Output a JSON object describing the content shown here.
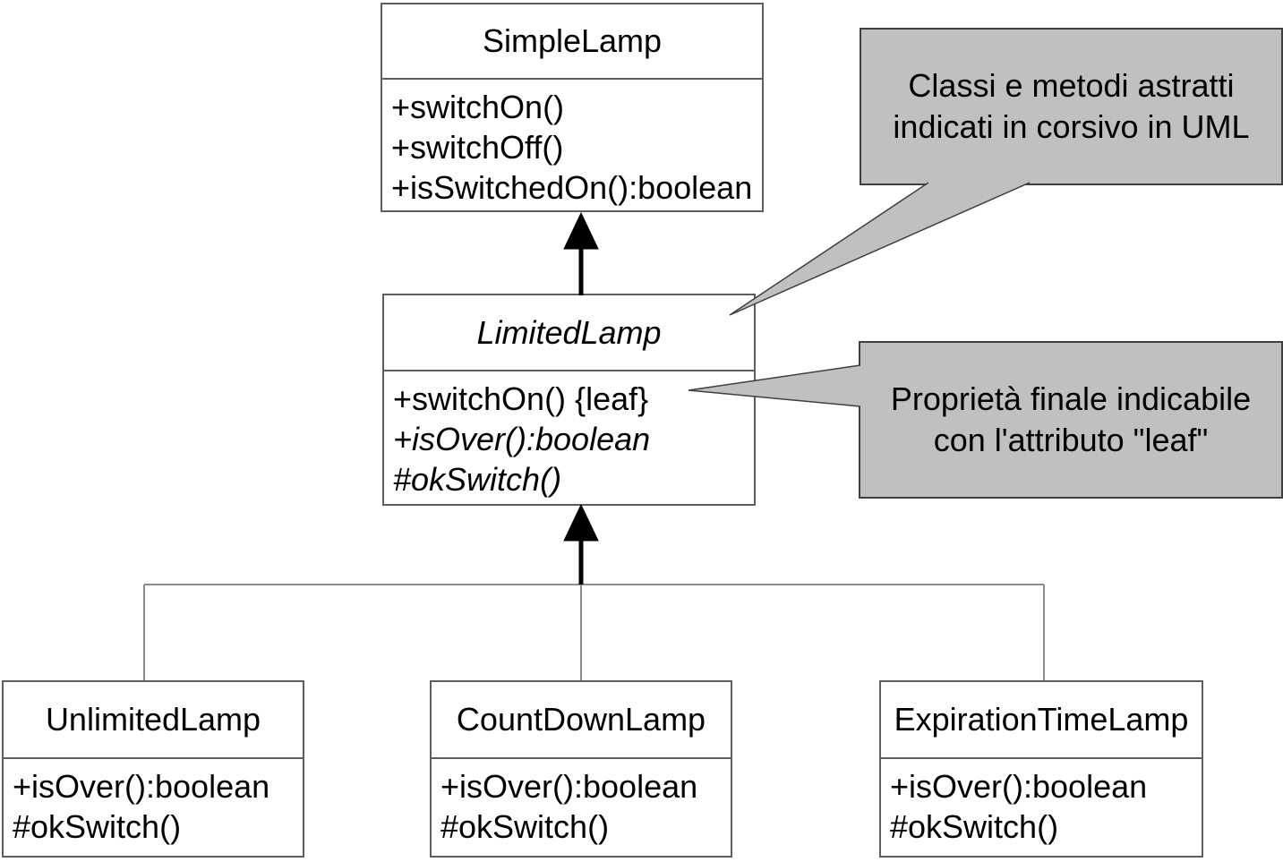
{
  "diagram_type": "uml-class-diagram",
  "classes": {
    "simple": {
      "name": "SimpleLamp",
      "abstract": false,
      "methods": [
        {
          "text": "+switchOn()",
          "italic": false
        },
        {
          "text": "+switchOff()",
          "italic": false
        },
        {
          "text": "+isSwitchedOn():boolean",
          "italic": false
        }
      ]
    },
    "limited": {
      "name": "LimitedLamp",
      "abstract": true,
      "methods": [
        {
          "text": "+switchOn() {leaf}",
          "italic": false
        },
        {
          "text": "+isOver():boolean",
          "italic": true
        },
        {
          "text": "#okSwitch()",
          "italic": true
        }
      ]
    },
    "unlimited": {
      "name": "UnlimitedLamp",
      "abstract": false,
      "methods": [
        {
          "text": "+isOver():boolean",
          "italic": false
        },
        {
          "text": "#okSwitch()",
          "italic": false
        }
      ]
    },
    "countdown": {
      "name": "CountDownLamp",
      "abstract": false,
      "methods": [
        {
          "text": "+isOver():boolean",
          "italic": false
        },
        {
          "text": "#okSwitch()",
          "italic": false
        }
      ]
    },
    "expiration": {
      "name": "ExpirationTimeLamp",
      "abstract": false,
      "methods": [
        {
          "text": "+isOver():boolean",
          "italic": false
        },
        {
          "text": "#okSwitch()",
          "italic": false
        }
      ]
    }
  },
  "relationships": [
    {
      "type": "generalization",
      "from": "LimitedLamp",
      "to": "SimpleLamp"
    },
    {
      "type": "generalization",
      "from": "UnlimitedLamp",
      "to": "LimitedLamp"
    },
    {
      "type": "generalization",
      "from": "CountDownLamp",
      "to": "LimitedLamp"
    },
    {
      "type": "generalization",
      "from": "ExpirationTimeLamp",
      "to": "LimitedLamp"
    }
  ],
  "notes": {
    "abstract_note": {
      "line1": "Classi e metodi astratti",
      "line2": "indicati in corsivo in UML",
      "points_to": "LimitedLamp"
    },
    "leaf_note": {
      "line1": "Proprietà finale indicabile",
      "line2": "con l'attributo \"leaf\"",
      "points_to": "+switchOn() {leaf}"
    }
  },
  "colors": {
    "background": "#ffffff",
    "box_fill": "#ffffff",
    "box_border": "#5e5e5e",
    "note_fill": "#c0c0c0",
    "note_border": "#3f3f3f",
    "connector": "#8c8c8c",
    "arrow": "#000000",
    "text": "#000000"
  }
}
